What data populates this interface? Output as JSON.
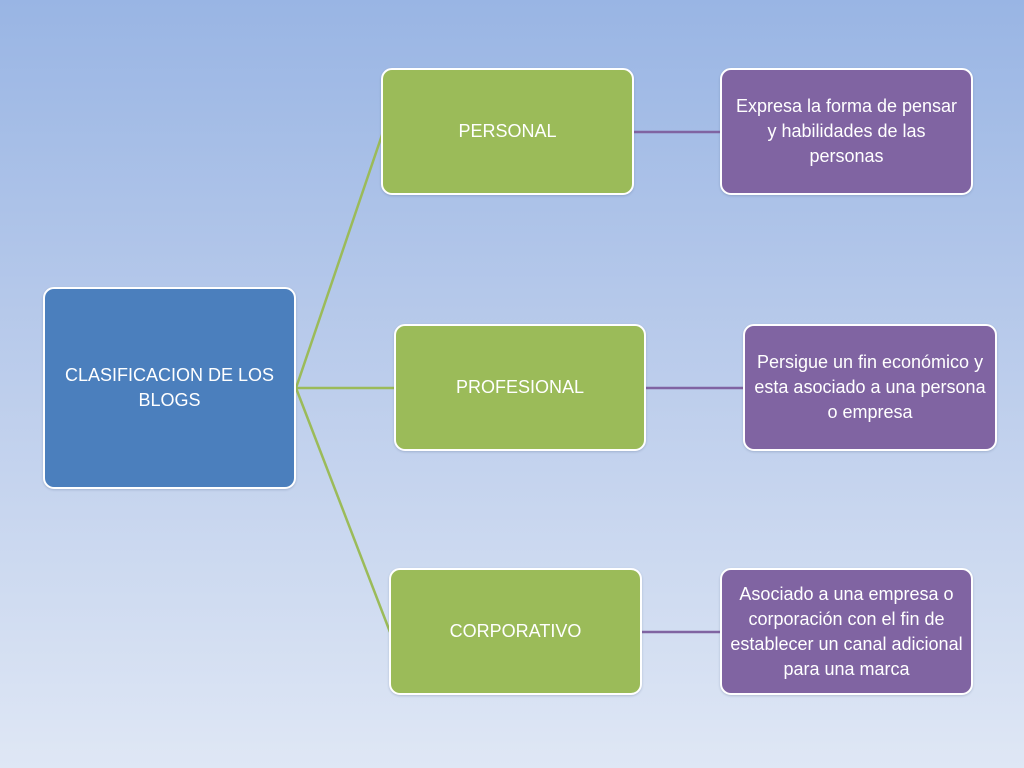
{
  "root": {
    "label": "CLASIFICACION DE LOS BLOGS"
  },
  "categories": [
    {
      "label": "PERSONAL",
      "description": "Expresa la forma de pensar y habilidades de las personas"
    },
    {
      "label": "PROFESIONAL",
      "description": "Persigue un fin económico y esta asociado a una persona o empresa"
    },
    {
      "label": "CORPORATIVO",
      "description": "Asociado a una empresa o corporación con el fin de establecer un canal adicional para una marca"
    }
  ],
  "colors": {
    "root": "#4b7fbd",
    "category": "#9bbb59",
    "description": "#8064a2",
    "branch_line": "#9bbb59",
    "detail_line": "#8064a2"
  }
}
